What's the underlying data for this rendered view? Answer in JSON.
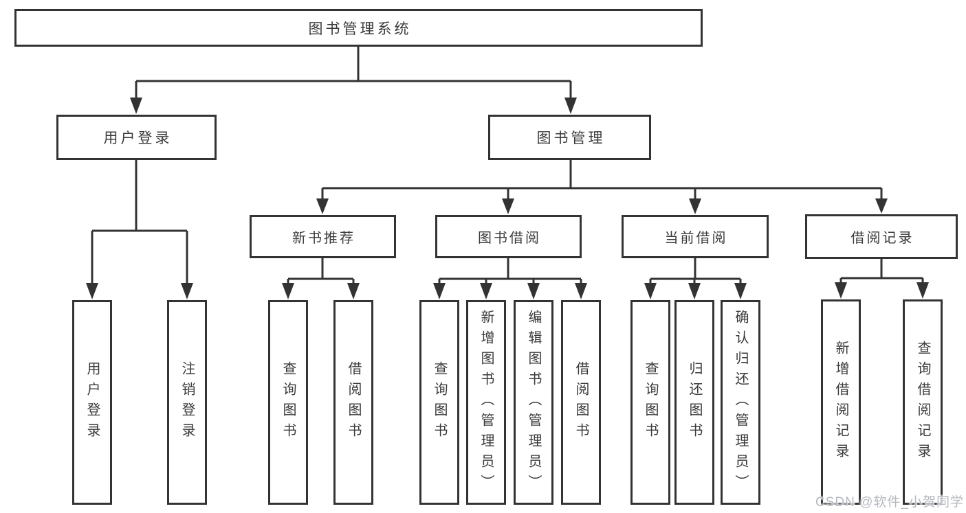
{
  "colors": {
    "line": "#333333",
    "box_border": "#333333",
    "text": "#3a3a3a",
    "background": "#ffffff",
    "watermark": "#b5b9c0"
  },
  "watermark": {
    "text": "CSDN @软件_小贺同学"
  },
  "tree": {
    "root": {
      "label": "图书管理系统",
      "children": [
        {
          "label": "用户登录",
          "children": [
            {
              "label": "用户登录"
            },
            {
              "label": "注销登录"
            }
          ]
        },
        {
          "label": "图书管理",
          "children": [
            {
              "label": "新书推荐",
              "children": [
                {
                  "label": "查询图书"
                },
                {
                  "label": "借阅图书"
                }
              ]
            },
            {
              "label": "图书借阅",
              "children": [
                {
                  "label": "查询图书"
                },
                {
                  "label": "新增图书（管理员）"
                },
                {
                  "label": "编辑图书（管理员）"
                },
                {
                  "label": "借阅图书"
                }
              ]
            },
            {
              "label": "当前借阅",
              "children": [
                {
                  "label": "查询图书"
                },
                {
                  "label": "归还图书"
                },
                {
                  "label": "确认归还（管理员）"
                }
              ]
            },
            {
              "label": "借阅记录",
              "children": [
                {
                  "label": "新增借阅记录"
                },
                {
                  "label": "查询借阅记录"
                }
              ]
            }
          ]
        }
      ]
    }
  }
}
